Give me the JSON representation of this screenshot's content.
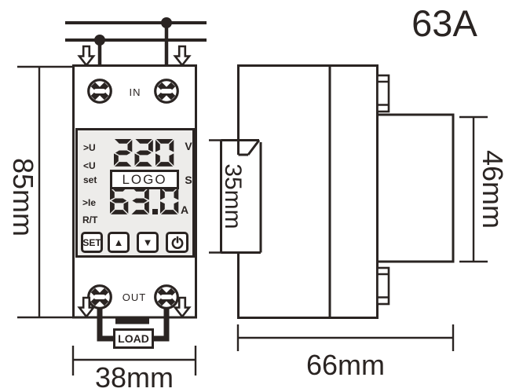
{
  "rating_label": "63A",
  "front_view": {
    "in_label": "IN",
    "out_label": "OUT",
    "load_label": "LOAD",
    "display": {
      "voltage_value": "220",
      "voltage_unit": "V",
      "logo_text": "LOGO",
      "logo_unit": "S",
      "current_value": "63.0",
      "current_unit": "A",
      "side_labels": [
        ">U",
        "<U",
        "set",
        ">Ie",
        "R/T"
      ]
    },
    "buttons": {
      "set_label": "SET",
      "up_glyph": "▲",
      "down_glyph": "▼"
    }
  },
  "dimensions": {
    "overall_height": "85mm",
    "overall_width": "38mm",
    "overall_depth": "66mm",
    "front_protrusion_height": "35mm",
    "rear_section_height": "46mm"
  },
  "colors": {
    "line": "#2a2422",
    "panel_fill": "#edecea",
    "background": "#ffffff"
  }
}
